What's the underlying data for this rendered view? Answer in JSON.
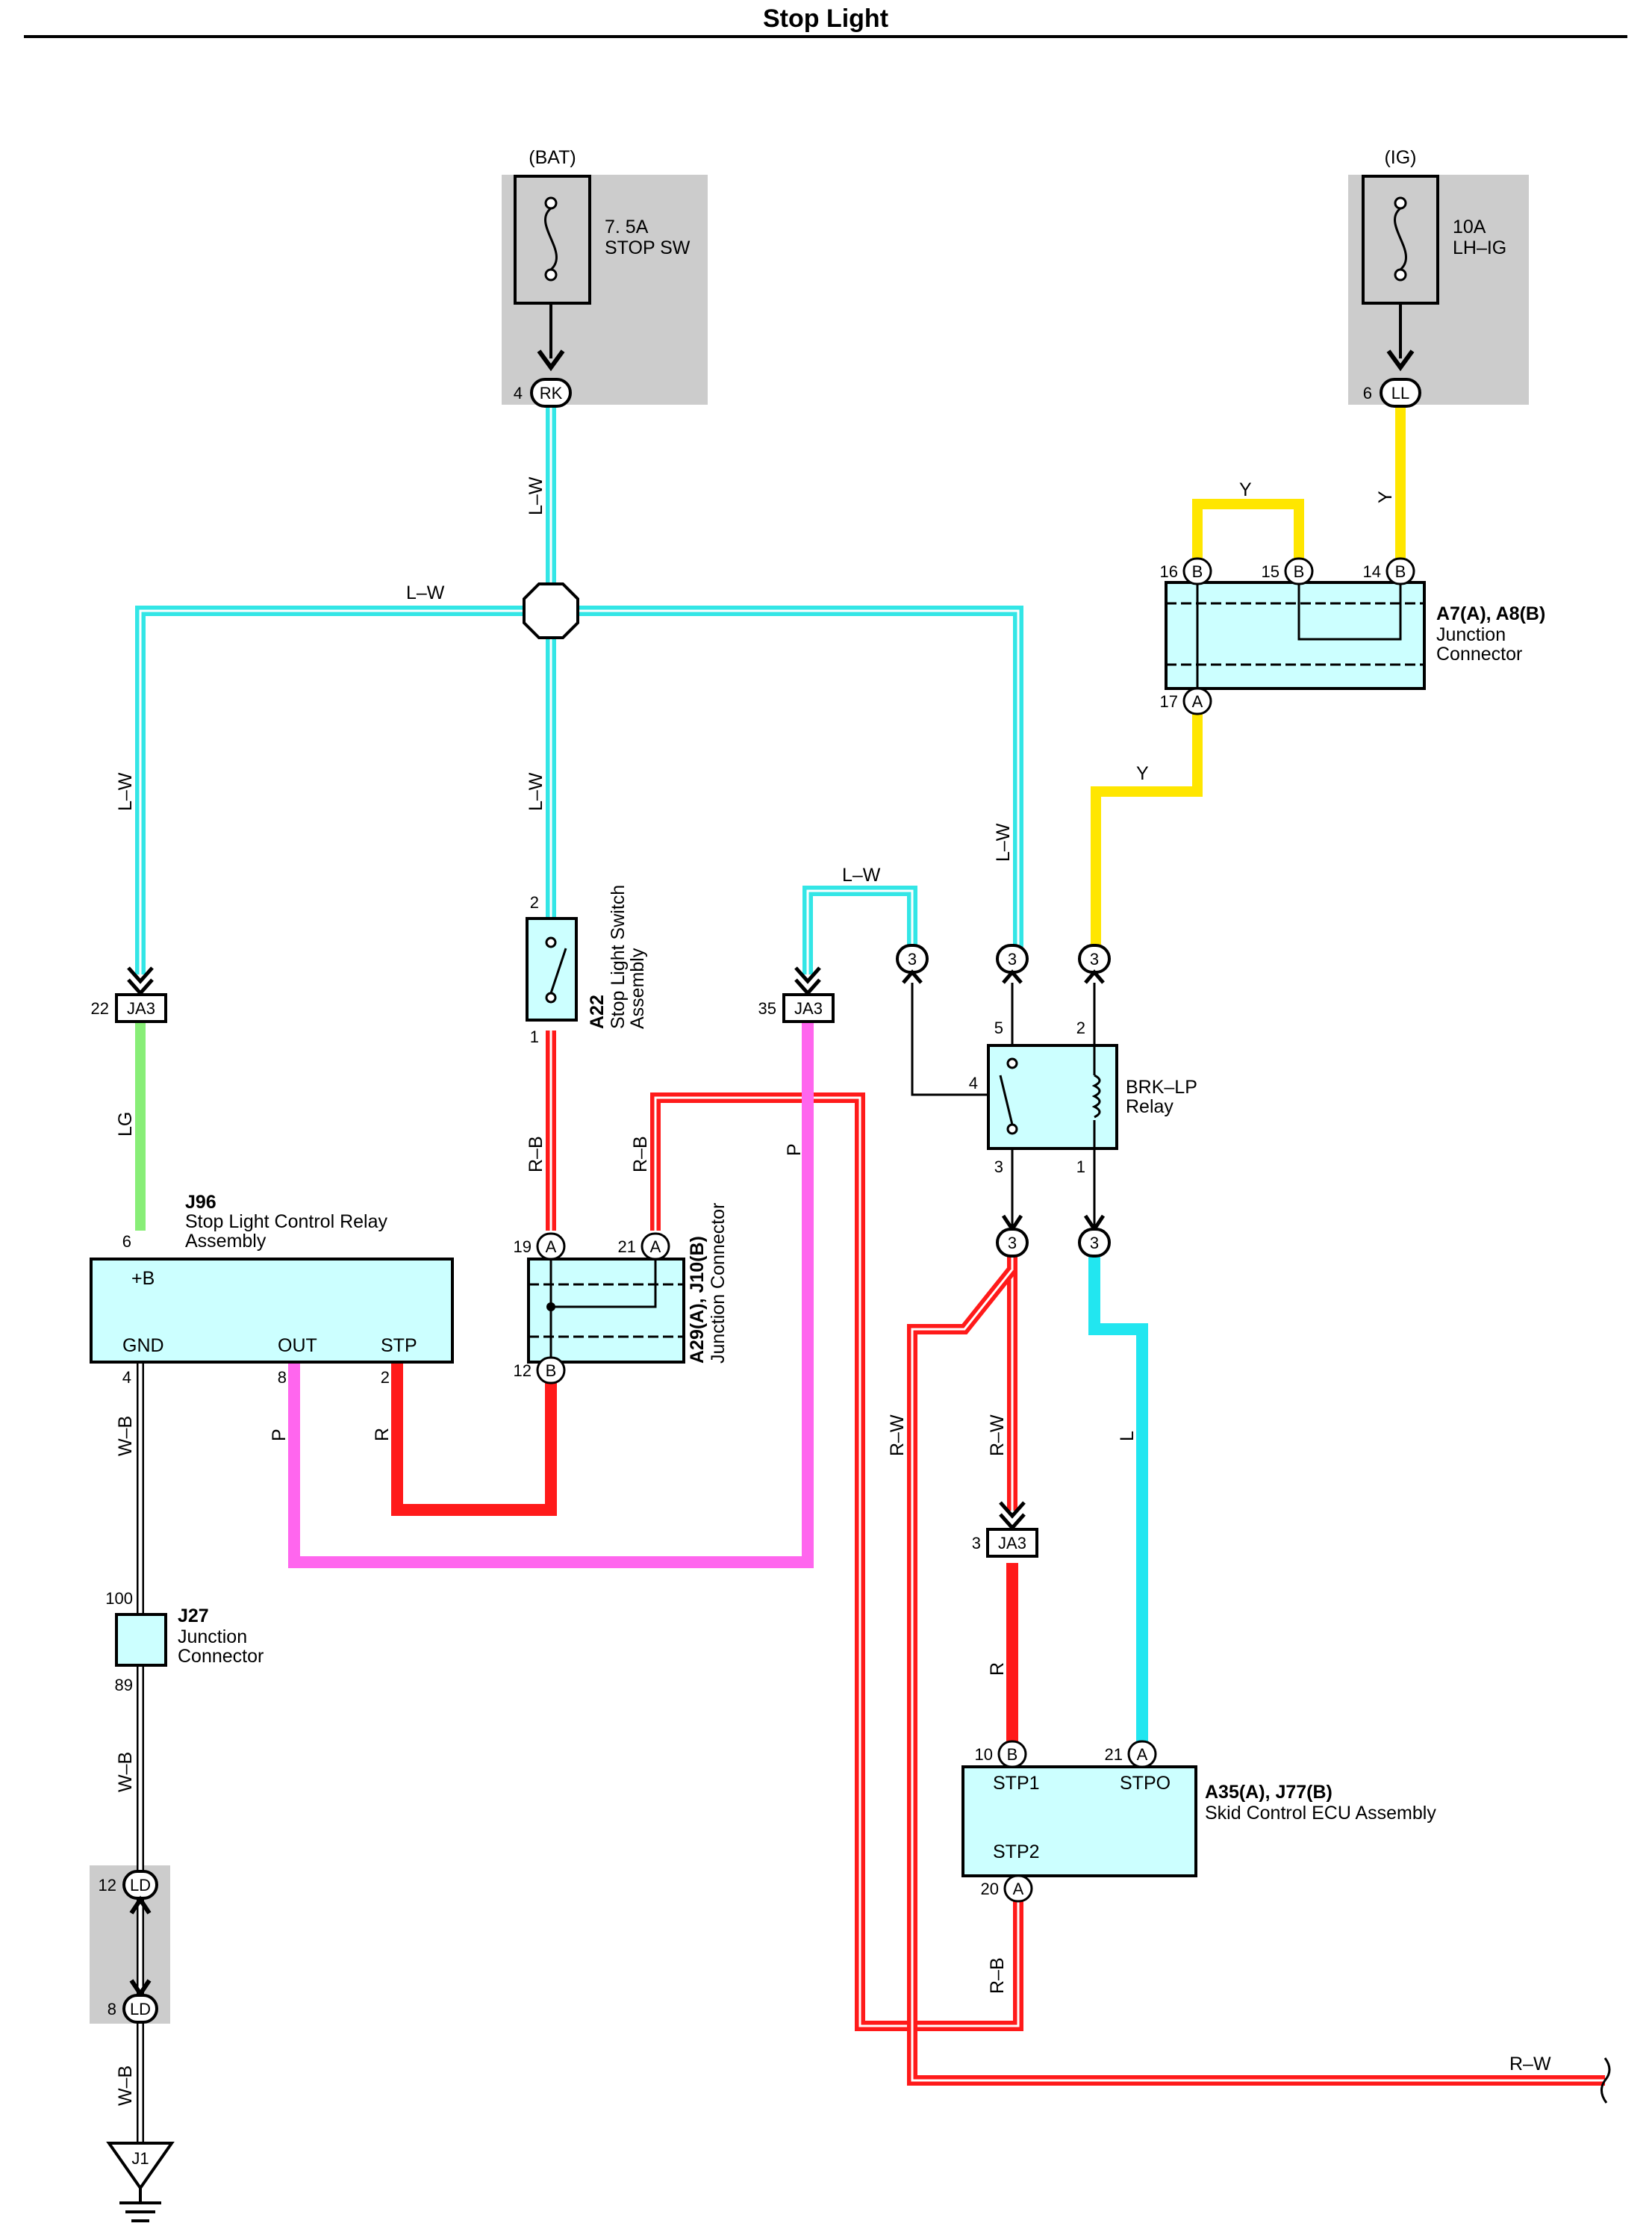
{
  "title": "Stop Light",
  "fuses": {
    "bat": {
      "source": "(BAT)",
      "rating": "7. 5A",
      "name": "STOP SW",
      "pin": "4",
      "conn": "RK"
    },
    "ig": {
      "source": "(IG)",
      "rating": "10A",
      "name": "LH–IG",
      "pin": "6",
      "conn": "LL"
    }
  },
  "wires": {
    "lw": "L–W",
    "y": "Y",
    "lg": "LG",
    "rb": "R–B",
    "p": "P",
    "r": "R",
    "wb": "W–B",
    "rw": "R–W",
    "l": "L"
  },
  "components": {
    "a7": {
      "id": "A7(A), A8(B)",
      "name_line1": "Junction",
      "name_line2": "Connector",
      "pins": [
        "16",
        "15",
        "14",
        "17"
      ],
      "conns": [
        "B",
        "B",
        "B",
        "A"
      ]
    },
    "a22": {
      "id": "A22",
      "name_line1": "Stop Light Switch",
      "name_line2": "Assembly",
      "pins": [
        "2",
        "1"
      ]
    },
    "ja3_22": {
      "pin": "22",
      "conn": "JA3"
    },
    "ja3_35": {
      "pin": "35",
      "conn": "JA3"
    },
    "ja3_3": {
      "pin": "3",
      "conn": "JA3"
    },
    "j96": {
      "id": "J96",
      "name_line1": "Stop Light Control Relay",
      "name_line2": "Assembly",
      "terminals": {
        "b": "+B",
        "gnd": "GND",
        "out": "OUT",
        "stp": "STP"
      },
      "pins": {
        "b": "6",
        "gnd": "4",
        "out": "8",
        "stp": "2"
      }
    },
    "a29": {
      "id": "A29(A), J10(B)",
      "name": "Junction Connector",
      "pins": [
        "19",
        "21",
        "12"
      ],
      "conns": [
        "A",
        "A",
        "B"
      ]
    },
    "relay": {
      "name_line1": "BRK–LP",
      "name_line2": "Relay",
      "pins": [
        "5",
        "2",
        "4",
        "3",
        "1"
      ],
      "conn": "3"
    },
    "j27": {
      "id": "J27",
      "name_line1": "Junction",
      "name_line2": "Connector",
      "pins": [
        "100",
        "89"
      ]
    },
    "ld": {
      "pins": [
        "12",
        "8"
      ],
      "conn": "LD"
    },
    "ecu": {
      "id": "A35(A), J77(B)",
      "name": "Skid Control ECU Assembly",
      "terminals": {
        "stp1": "STP1",
        "stpo": "STPO",
        "stp2": "STP2"
      },
      "pins": {
        "stp1": "10",
        "stpo": "21",
        "stp2": "20"
      },
      "conns": {
        "stp1": "B",
        "stpo": "A",
        "stp2": "A"
      }
    },
    "ground": {
      "id": "J1"
    }
  },
  "colors": {
    "lw": "#33e6e6",
    "y": "#ffe600",
    "lg": "#88ee77",
    "r": "#ff1a1a",
    "p": "#ff66ee",
    "l": "#22e6f0",
    "box": "#ccffff",
    "fusebg": "#cccccc"
  }
}
